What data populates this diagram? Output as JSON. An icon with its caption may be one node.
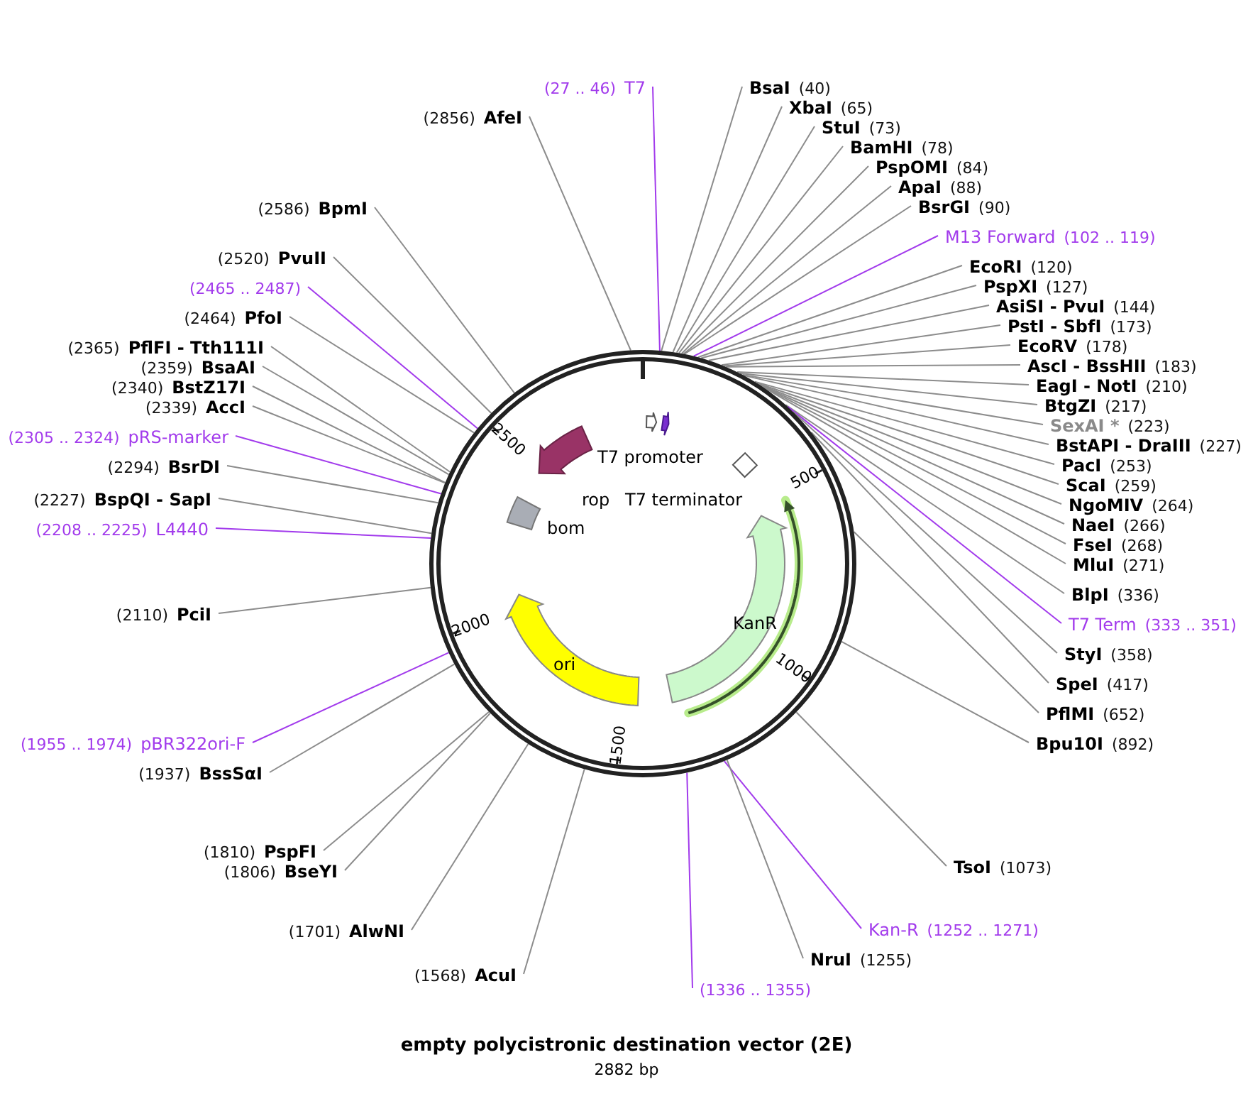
{
  "diagram": {
    "title": "empty polycistronic destination vector (2E)",
    "caption": "2882 bp",
    "nodes": [
      {
        "text": [
          "(2856)",
          "AfeI"
        ]
      },
      {
        "text": [
          "(27 .. 46)",
          "T7"
        ]
      },
      {
        "text": [
          "BsaI",
          "(40)"
        ]
      },
      {
        "text": [
          "XbaI",
          "(65)"
        ]
      },
      {
        "text": [
          "StuI",
          "(73)"
        ]
      },
      {
        "text": [
          "BamHI",
          "(78)"
        ]
      },
      {
        "text": [
          "PspOMI",
          "(84)"
        ]
      },
      {
        "text": [
          "ApaI",
          "(88)"
        ]
      },
      {
        "text": [
          "BsrGI",
          "(90)"
        ]
      },
      {
        "text": [
          "M13 Forward",
          "(102 .. 119)"
        ]
      },
      {
        "text": [
          "EcoRI",
          "(120)"
        ]
      },
      {
        "text": [
          "PspXI",
          "(127)"
        ]
      },
      {
        "text": [
          "AsiSI - PvuI",
          "(144)"
        ]
      },
      {
        "text": [
          "PstI - SbfI",
          "(173)"
        ]
      },
      {
        "text": [
          "EcoRV",
          "(178)"
        ]
      },
      {
        "text": [
          "AscI - BssHII",
          "(183)"
        ]
      },
      {
        "text": [
          "EagI - NotI",
          "(210)"
        ]
      },
      {
        "text": [
          "BtgZI",
          "(217)"
        ]
      },
      {
        "text": [
          "SexAI *",
          "(223)"
        ]
      },
      {
        "text": [
          "BstAPI - DraIII",
          "(227)"
        ]
      },
      {
        "text": [
          "PacI",
          "(253)"
        ]
      },
      {
        "text": [
          "ScaI",
          "(259)"
        ]
      },
      {
        "text": [
          "NgoMIV",
          "(264)"
        ]
      },
      {
        "text": [
          "NaeI",
          "(266)"
        ]
      },
      {
        "text": [
          "FseI",
          "(268)"
        ]
      },
      {
        "text": [
          "MluI",
          "(271)"
        ]
      },
      {
        "text": [
          "BlpI",
          "(336)"
        ]
      },
      {
        "text": [
          "T7 Term",
          "(333 .. 351)"
        ]
      },
      {
        "text": [
          "StyI",
          "(358)"
        ]
      },
      {
        "text": [
          "SpeI",
          "(417)"
        ]
      },
      {
        "text": [
          "PflMI",
          "(652)"
        ]
      },
      {
        "text": [
          "Bpu10I",
          "(892)"
        ]
      },
      {
        "text": [
          "TsoI",
          "(1073)"
        ]
      },
      {
        "text": [
          "Kan-R",
          "(1252 .. 1271)"
        ]
      },
      {
        "text": [
          "NruI",
          "(1255)"
        ]
      },
      {
        "text": [
          "(1336 .. 1355)"
        ]
      },
      {
        "text": [
          "(1568)",
          "AcuI"
        ]
      },
      {
        "text": [
          "(1701)",
          "AlwNI"
        ]
      },
      {
        "text": [
          "(1806)",
          "BseYI"
        ]
      },
      {
        "text": [
          "(1810)",
          "PspFI"
        ]
      },
      {
        "text": [
          "(1937)",
          "BssSαI"
        ]
      },
      {
        "text": [
          "(1955 .. 1974)",
          "pBR322ori-F"
        ]
      },
      {
        "text": [
          "(2110)",
          "PciI"
        ]
      },
      {
        "text": [
          "(2208 .. 2225)",
          "L4440"
        ]
      },
      {
        "text": [
          "(2227)",
          "BspQI - SapI"
        ]
      },
      {
        "text": [
          "(2294)",
          "BsrDI"
        ]
      },
      {
        "text": [
          "(2305 .. 2324)",
          "pRS-marker"
        ]
      },
      {
        "text": [
          "(2339)",
          "AccI"
        ]
      },
      {
        "text": [
          "(2340)",
          "BstZ17I"
        ]
      },
      {
        "text": [
          "(2359)",
          "BsaAI"
        ]
      },
      {
        "text": [
          "(2365)",
          "PflFI - Tth111I"
        ]
      },
      {
        "text": [
          "(2464)",
          "PfoI"
        ]
      },
      {
        "text": [
          "(2465 .. 2487)"
        ]
      },
      {
        "text": [
          "(2520)",
          "PvuII"
        ]
      },
      {
        "text": [
          "(2586)",
          "BpmI"
        ]
      },
      {
        "text": [],
        "shape": "circle"
      },
      {
        "text": [
          "rop"
        ],
        "in": 55
      },
      {
        "text": [
          "T7 promoter"
        ],
        "in": 55
      },
      {
        "text": [],
        "shape": "arrow",
        "in": 55
      },
      {
        "text": [
          "T7 terminator"
        ],
        "in": 55
      },
      {
        "text": [
          "bom"
        ],
        "in": 55
      },
      {
        "text": [
          "ori"
        ],
        "in": 55
      },
      {
        "text": [
          "KanR"
        ],
        "in": 55
      },
      {
        "text": [],
        "shape": "arrow",
        "in": 55
      }
    ],
    "edges": [
      {
        "from": 0,
        "to": 55,
        "arrow": "none"
      },
      {
        "from": 1,
        "to": 55,
        "arrow": "none",
        "color": "#a23bec"
      },
      {
        "from": 2,
        "to": 55,
        "arrow": "none"
      },
      {
        "from": 3,
        "to": 55,
        "arrow": "none"
      },
      {
        "from": 4,
        "to": 55,
        "arrow": "none"
      },
      {
        "from": 5,
        "to": 55,
        "arrow": "none"
      },
      {
        "from": 6,
        "to": 55,
        "arrow": "none"
      },
      {
        "from": 7,
        "to": 55,
        "arrow": "none"
      },
      {
        "from": 8,
        "to": 55,
        "arrow": "none"
      },
      {
        "from": 9,
        "to": 55,
        "arrow": "none",
        "color": "#a23bec"
      },
      {
        "from": 10,
        "to": 55,
        "arrow": "none"
      },
      {
        "from": 11,
        "to": 55,
        "arrow": "none"
      },
      {
        "from": 12,
        "to": 55,
        "arrow": "none"
      },
      {
        "from": 13,
        "to": 55,
        "arrow": "none"
      },
      {
        "from": 14,
        "to": 55,
        "arrow": "none"
      },
      {
        "from": 15,
        "to": 55,
        "arrow": "none"
      },
      {
        "from": 16,
        "to": 55,
        "arrow": "none"
      },
      {
        "from": 17,
        "to": 55,
        "arrow": "none"
      },
      {
        "from": 18,
        "to": 55,
        "arrow": "none"
      },
      {
        "from": 19,
        "to": 55,
        "arrow": "none"
      },
      {
        "from": 20,
        "to": 55,
        "arrow": "none"
      },
      {
        "from": 21,
        "to": 55,
        "arrow": "none"
      },
      {
        "from": 22,
        "to": 55,
        "arrow": "none"
      },
      {
        "from": 23,
        "to": 55,
        "arrow": "none"
      },
      {
        "from": 24,
        "to": 55,
        "arrow": "none"
      },
      {
        "from": 25,
        "to": 55,
        "arrow": "none"
      },
      {
        "from": 26,
        "to": 55,
        "arrow": "none"
      },
      {
        "from": 27,
        "to": 55,
        "arrow": "none",
        "color": "#a23bec"
      },
      {
        "from": 28,
        "to": 55,
        "arrow": "none"
      },
      {
        "from": 29,
        "to": 55,
        "arrow": "none"
      },
      {
        "from": 30,
        "to": 55,
        "arrow": "none"
      },
      {
        "from": 31,
        "to": 55,
        "arrow": "none"
      },
      {
        "from": 32,
        "to": 55,
        "arrow": "none"
      },
      {
        "from": 33,
        "to": 55,
        "arrow": "none",
        "color": "#a23bec"
      },
      {
        "from": 34,
        "to": 55,
        "arrow": "none"
      },
      {
        "from": 35,
        "to": 55,
        "arrow": "none",
        "color": "#a23bec"
      },
      {
        "from": 36,
        "to": 55,
        "arrow": "none"
      },
      {
        "from": 37,
        "to": 55,
        "arrow": "none"
      },
      {
        "from": 38,
        "to": 55,
        "arrow": "none"
      },
      {
        "from": 39,
        "to": 55,
        "arrow": "none"
      },
      {
        "from": 40,
        "to": 55,
        "arrow": "none"
      },
      {
        "from": 41,
        "to": 55,
        "arrow": "none",
        "color": "#a23bec"
      },
      {
        "from": 42,
        "to": 55,
        "arrow": "none"
      },
      {
        "from": 43,
        "to": 55,
        "arrow": "none",
        "color": "#a23bec"
      },
      {
        "from": 44,
        "to": 55,
        "arrow": "none"
      },
      {
        "from": 45,
        "to": 55,
        "arrow": "none"
      },
      {
        "from": 46,
        "to": 55,
        "arrow": "none",
        "color": "#a23bec"
      },
      {
        "from": 47,
        "to": 55,
        "arrow": "none"
      },
      {
        "from": 48,
        "to": 55,
        "arrow": "none"
      },
      {
        "from": 49,
        "to": 55,
        "arrow": "none"
      },
      {
        "from": 50,
        "to": 55,
        "arrow": "none"
      },
      {
        "from": 51,
        "to": 55,
        "arrow": "none"
      },
      {
        "from": 52,
        "to": 55,
        "arrow": "none",
        "color": "#a23bec"
      },
      {
        "from": 53,
        "to": 55,
        "arrow": "none"
      },
      {
        "from": 54,
        "to": 55,
        "arrow": "none"
      }
    ],
    "labels": [
      "500",
      "1000",
      "1500",
      "2000",
      "2500"
    ]
  }
}
